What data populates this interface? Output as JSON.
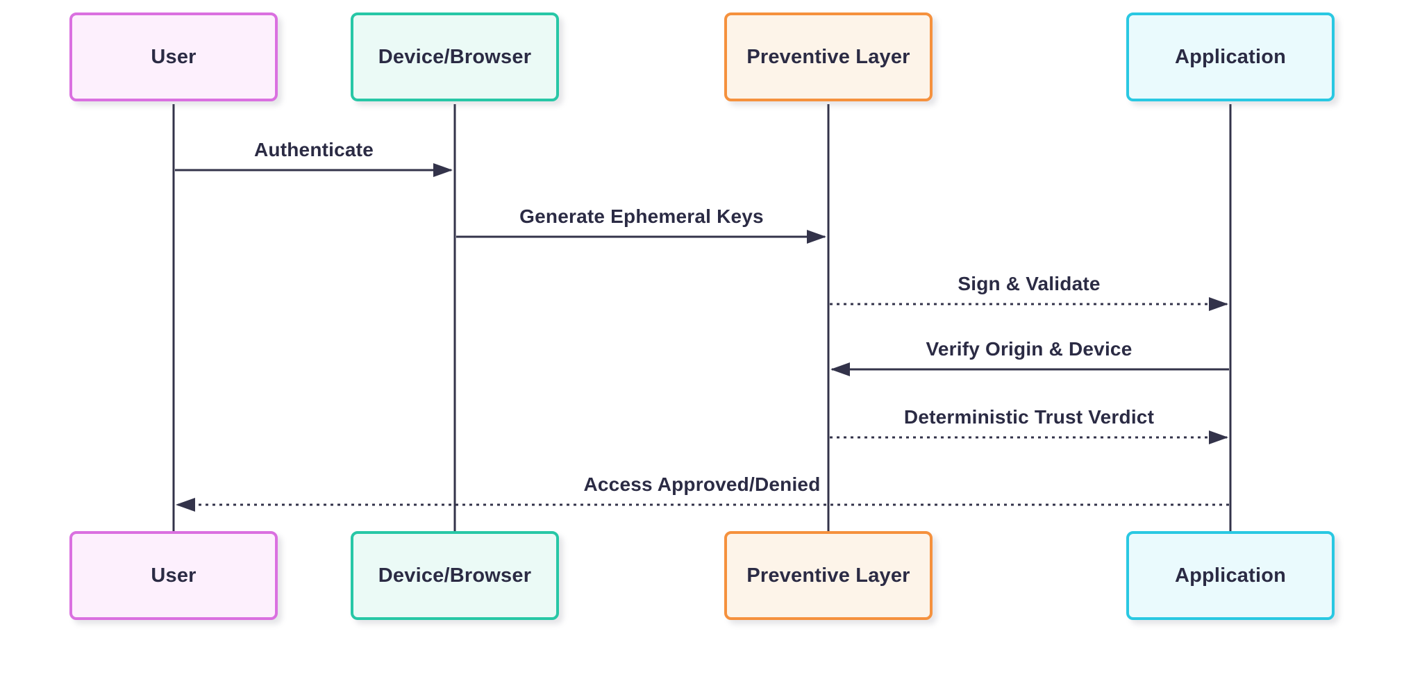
{
  "diagram": {
    "type": "sequence-diagram",
    "background_color": "#ffffff",
    "line_color": "#33334a",
    "text_color": "#2b2b44",
    "actors": [
      {
        "id": "user",
        "label": "User",
        "border_color": "#da70e0",
        "fill_color": "#fdf0fd"
      },
      {
        "id": "device-browser",
        "label": "Device/Browser",
        "border_color": "#27c7a6",
        "fill_color": "#ebfaf6"
      },
      {
        "id": "preventive-layer",
        "label": "Preventive Layer",
        "border_color": "#f5913d",
        "fill_color": "#fdf4e9"
      },
      {
        "id": "application",
        "label": "Application",
        "border_color": "#29c8e2",
        "fill_color": "#eafafd"
      }
    ],
    "messages": [
      {
        "from": "User",
        "to": "Device/Browser",
        "label": "Authenticate",
        "line_style": "solid"
      },
      {
        "from": "Device/Browser",
        "to": "Preventive Layer",
        "label": "Generate Ephemeral Keys",
        "line_style": "solid"
      },
      {
        "from": "Preventive Layer",
        "to": "Application",
        "label": "Sign & Validate",
        "line_style": "dotted"
      },
      {
        "from": "Application",
        "to": "Preventive Layer",
        "label": "Verify Origin & Device",
        "line_style": "solid"
      },
      {
        "from": "Preventive Layer",
        "to": "Application",
        "label": "Deterministic Trust Verdict",
        "line_style": "dotted"
      },
      {
        "from": "Application",
        "to": "User",
        "label": "Access Approved/Denied",
        "line_style": "dotted"
      }
    ]
  }
}
